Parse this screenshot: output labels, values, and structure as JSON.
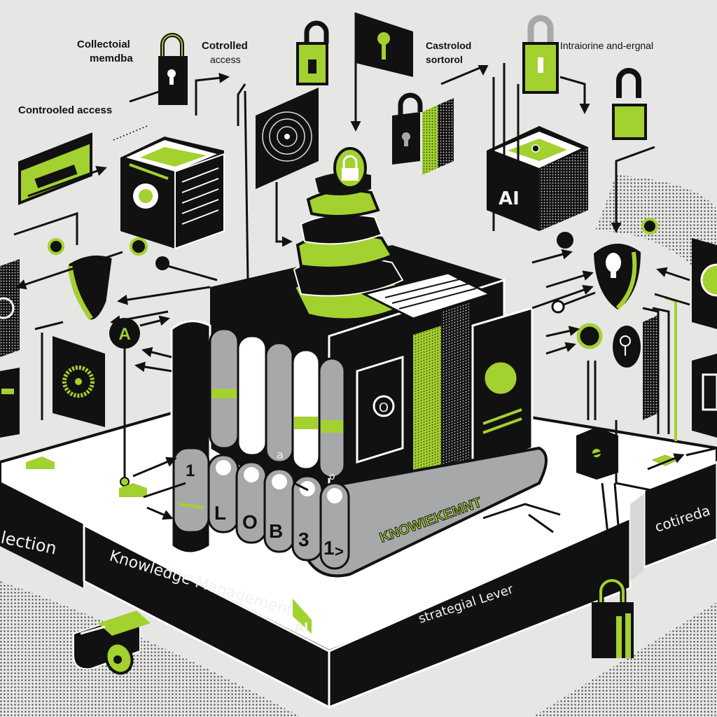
{
  "colors": {
    "background": "#e6e6e4",
    "accent_green": "#a3d12f",
    "ink": "#111111",
    "gray": "#a7a8aa",
    "white": "#ffffff"
  },
  "top_labels": {
    "label_1_line1": "Collectoial",
    "label_1_line2": "memdba",
    "label_2_line1": "Cotrolled",
    "label_2_line2": "access",
    "label_3_line1": "Castrolod",
    "label_3_line2": "sortorol",
    "label_4": "Intraiorine and-ergnal",
    "label_5": "Controoled access"
  },
  "platform_labels": {
    "left": "lection",
    "center": "Knowledge Management",
    "center_badge": "AI",
    "right_center": "strategial Lever",
    "right": "cotireda"
  },
  "cube_label": "AI",
  "circle_letter": "A",
  "server_banner": "KNOWIEKEMNT",
  "cylinder_glyphs": {
    "top_row": [
      "1",
      "a",
      "o"
    ],
    "bottom_row": [
      "L",
      "O",
      "B",
      "3",
      "1",
      ">"
    ]
  },
  "icons": [
    "padlock-icon",
    "keyhole-panel-icon",
    "shield-icon",
    "gear-icon",
    "ai-cube-icon",
    "target-disc-icon",
    "book-stack-icon",
    "database-cylinder-icon",
    "magnifier-icon",
    "battery-icon",
    "browser-window-icon"
  ]
}
